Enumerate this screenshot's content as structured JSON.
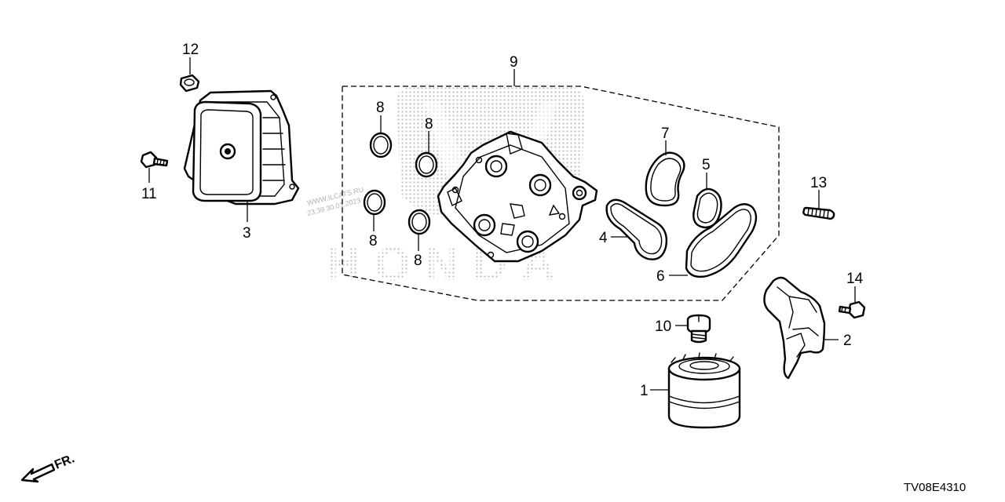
{
  "callouts": {
    "c1": "1",
    "c2": "2",
    "c3": "3",
    "c4": "4",
    "c5": "5",
    "c6": "6",
    "c7": "7",
    "c8a": "8",
    "c8b": "8",
    "c8c": "8",
    "c8d": "8",
    "c9": "9",
    "c10": "10",
    "c11": "11",
    "c12": "12",
    "c13": "13",
    "c14": "14"
  },
  "watermark": {
    "logo_text": "HONDA",
    "site_line": "WWW.ILCATS.RU",
    "time_line": "23:39 30.01.2023"
  },
  "direction_label": "FR.",
  "diagram_code": "TV08E4310",
  "colors": {
    "ink": "#000000",
    "watermark": "#c8c8c8"
  }
}
